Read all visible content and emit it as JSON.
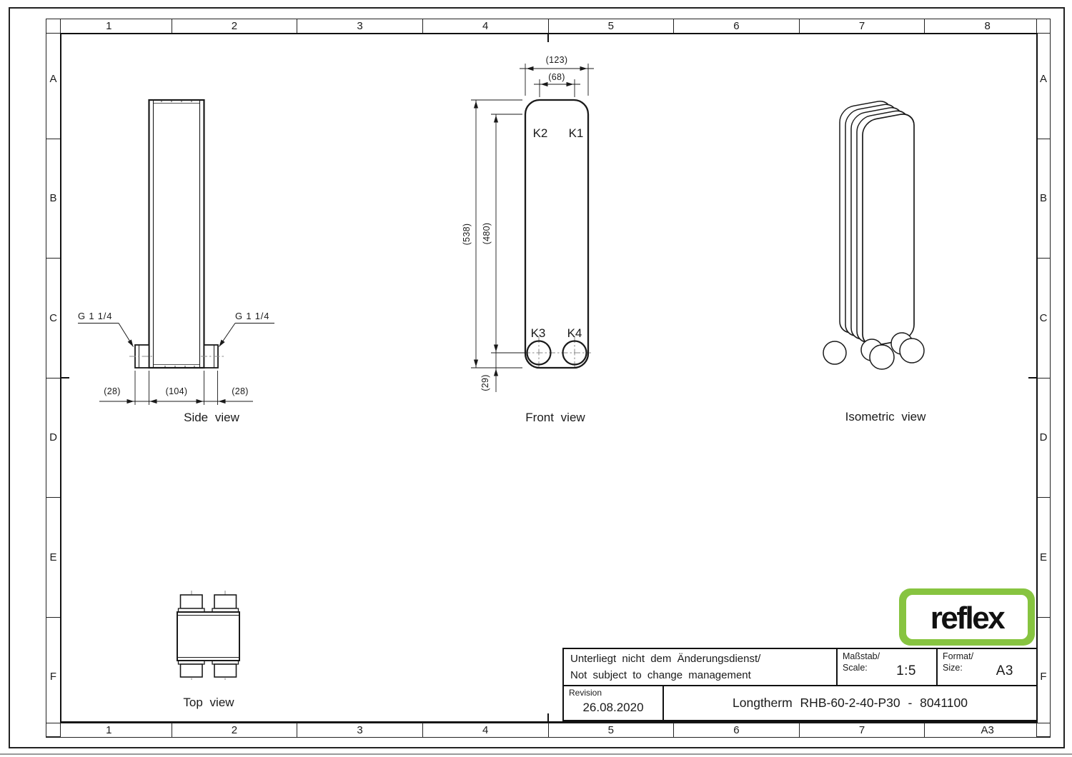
{
  "border": {
    "top_cells": [
      "1",
      "2",
      "3",
      "4",
      "5",
      "6",
      "7",
      "8"
    ],
    "bottom_cells": [
      "1",
      "2",
      "3",
      "4",
      "5",
      "6",
      "7",
      "A3"
    ],
    "left_cells": [
      "A",
      "B",
      "C",
      "D",
      "E",
      "F"
    ],
    "right_cells": [
      "A",
      "B",
      "C",
      "D",
      "E",
      "F"
    ]
  },
  "views": {
    "side": {
      "label": "Side view",
      "thread_left": "G 1 1/4",
      "thread_right": "G 1 1/4",
      "dims": {
        "left": "(28)",
        "center": "(104)",
        "right": "(28)"
      }
    },
    "front": {
      "label": "Front view",
      "ports": {
        "k1": "K1",
        "k2": "K2",
        "k3": "K3",
        "k4": "K4"
      },
      "dims": {
        "width": "(123)",
        "port_spacing": "(68)",
        "height": "(538)",
        "port_height": "(480)",
        "port_offset": "(29)"
      }
    },
    "isometric": {
      "label": "Isometric view"
    },
    "top": {
      "label": "Top view"
    }
  },
  "title_block": {
    "change_note_line1": "Unterliegt nicht dem Änderungsdienst/",
    "change_note_line2": "Not subject to change management",
    "scale_label": "Maßstab/",
    "scale_label_en": "Scale:",
    "scale_value": "1:5",
    "format_label": "Format/",
    "format_label_en": "Size:",
    "format_value": "A3",
    "revision_label": "Revision",
    "revision_date": "26.08.2020",
    "drawing_title": "Longtherm RHB-60-2-40-P30 - 8041100"
  },
  "logo": {
    "text": "reflex",
    "color": "#87c440"
  }
}
